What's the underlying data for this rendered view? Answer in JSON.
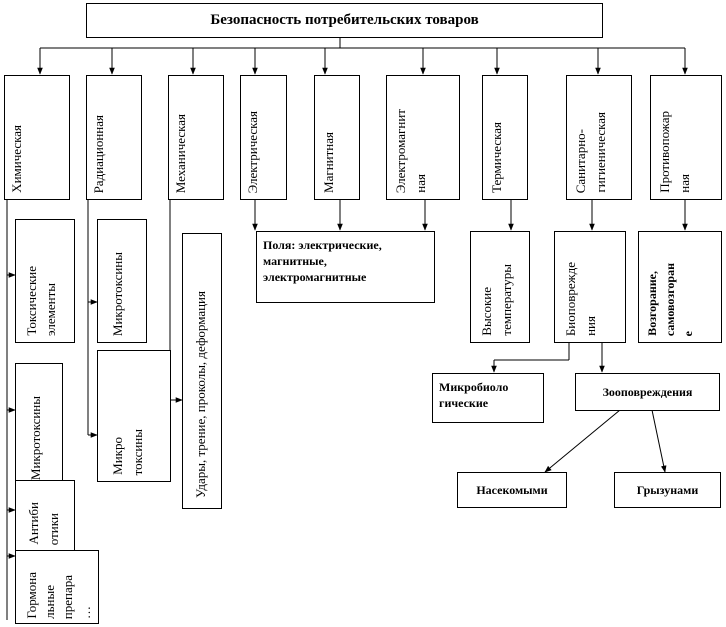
{
  "diagram": {
    "root": "Безопасность потребительских товаров",
    "categories": {
      "chemical": "Химическая",
      "radiation": "Радиационная",
      "mechanical": "Механическая",
      "electrical": "Электрическая",
      "magnetic": "Магнитная",
      "electromagnetic": [
        "Электромагнит",
        "ная"
      ],
      "thermal": "Термическая",
      "sanitary": [
        "Санитарно-",
        "гигиеническая"
      ],
      "fire": [
        "Противопожар",
        "ная"
      ]
    },
    "details": {
      "toxic": [
        "Токсические",
        "элементы"
      ],
      "mycotoxins": "Микротоксины",
      "antibiotics": [
        "Антиби",
        "отики"
      ],
      "hormonal": [
        "Гормона",
        "льные",
        "препара",
        "…"
      ],
      "rad_microtoxins": "Микротоксины",
      "rad_micro": [
        "Микро",
        "токсины"
      ],
      "mech_effects": "Удары, трение, проколы, деформация",
      "fields": [
        "Поля: электрические,",
        "магнитные,",
        "электромагнитные"
      ],
      "high_temp": [
        "Высокие",
        "температуры"
      ],
      "biodamage": [
        "Биоповрежде",
        "ния"
      ],
      "ignition": [
        "Возгорание,",
        "самовозгоран",
        "е"
      ],
      "microbio": [
        "Микробиоло",
        "гические"
      ],
      "zoodamage": "Зооповреждения",
      "insects": "Насекомыми",
      "rodents": "Грызунами"
    }
  }
}
